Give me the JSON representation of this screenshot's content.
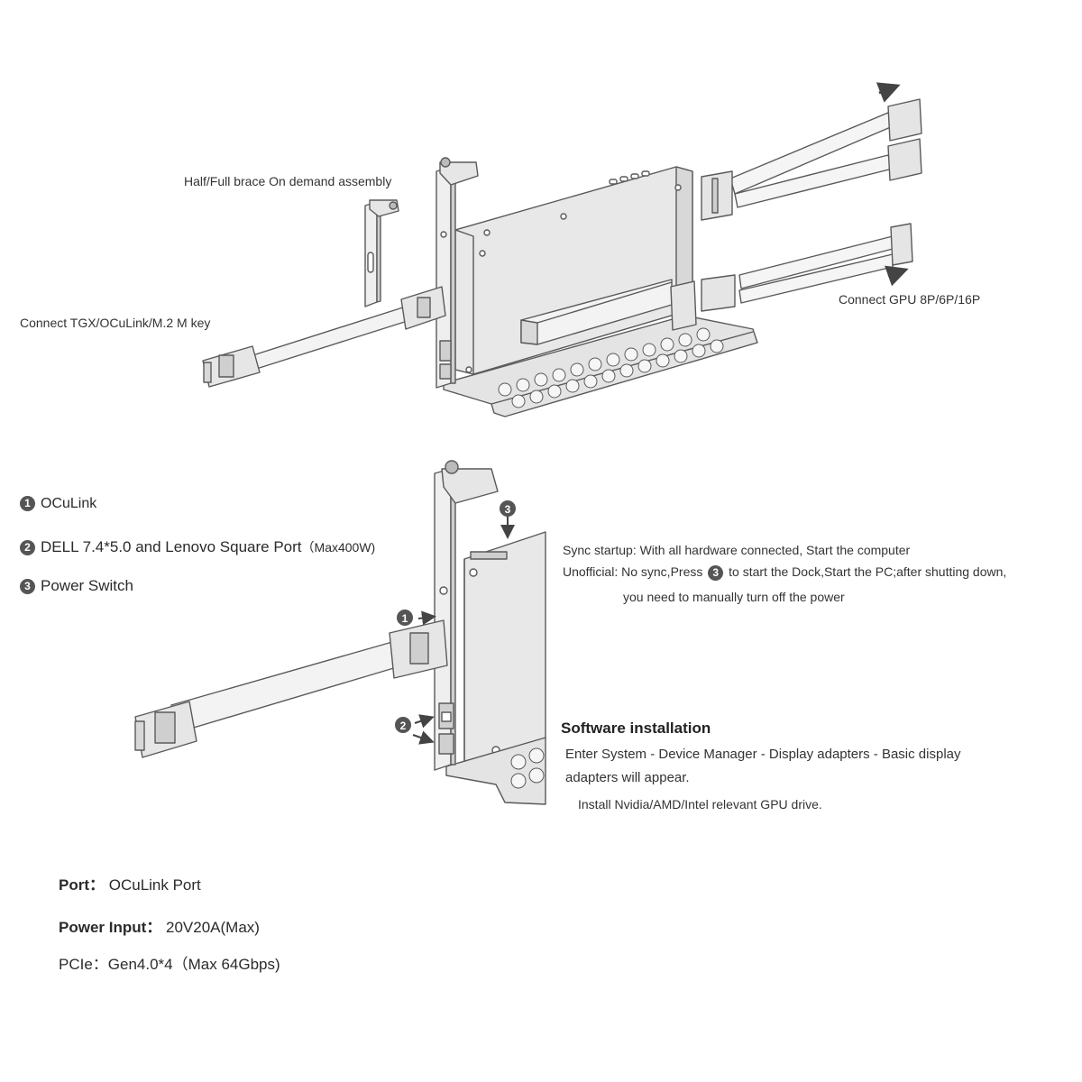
{
  "top_diagram": {
    "brace_label": "Half/Full brace On demand assembly",
    "oculink_label": "Connect TGX/OCuLink/M.2 M key",
    "gpu_label": "Connect GPU 8P/6P/16P"
  },
  "legend": {
    "item1_num": "1",
    "item1_text": "OCuLink",
    "item2_num": "2",
    "item2_text": "DELL 7.4*5.0 and Lenovo Square Port",
    "item2_note": "（Max400W)",
    "item3_num": "3",
    "item3_text": "Power Switch"
  },
  "callouts": {
    "c1": "1",
    "c2": "2",
    "c3": "3"
  },
  "sync": {
    "line1": "Sync startup: With all hardware connected, Start the computer",
    "line2_a": "Unofficial: No sync,Press",
    "line2_num": "3",
    "line2_b": "to start the Dock,Start the PC;after shutting down,",
    "line3": "you need to manually turn off the power"
  },
  "software": {
    "title": "Software installation",
    "line1": "Enter System - Device Manager - Display adapters - Basic display",
    "line2": "adapters will appear.",
    "line3": "Install Nvidia/AMD/Intel relevant GPU drive."
  },
  "specs": {
    "port_label": "Port：",
    "port_value": "OCuLink Port",
    "power_label": "Power Input：",
    "power_value": "20V20A(Max)",
    "pcie_label": "PCIe：",
    "pcie_value": "Gen4.0*4（Max 64Gbps)"
  },
  "colors": {
    "line": "#5a5a5a",
    "fill": "#e9e9e9",
    "badge": "#555555"
  }
}
